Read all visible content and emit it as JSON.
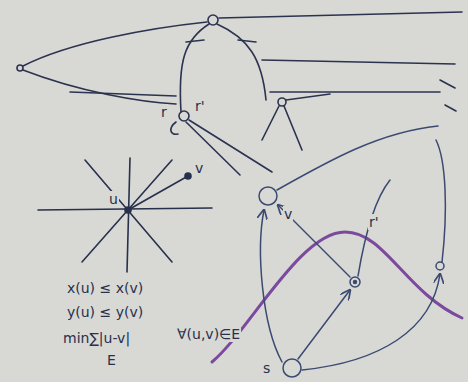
{
  "diagram": {
    "labels": [
      "u",
      "v",
      "x(u) ≤ x(v)",
      "y(u) ≤ y(v)",
      "min∑|u-v|",
      "E",
      "∀(u,v)∈E",
      "v",
      "r'",
      "s",
      "r",
      "r'"
    ]
  }
}
